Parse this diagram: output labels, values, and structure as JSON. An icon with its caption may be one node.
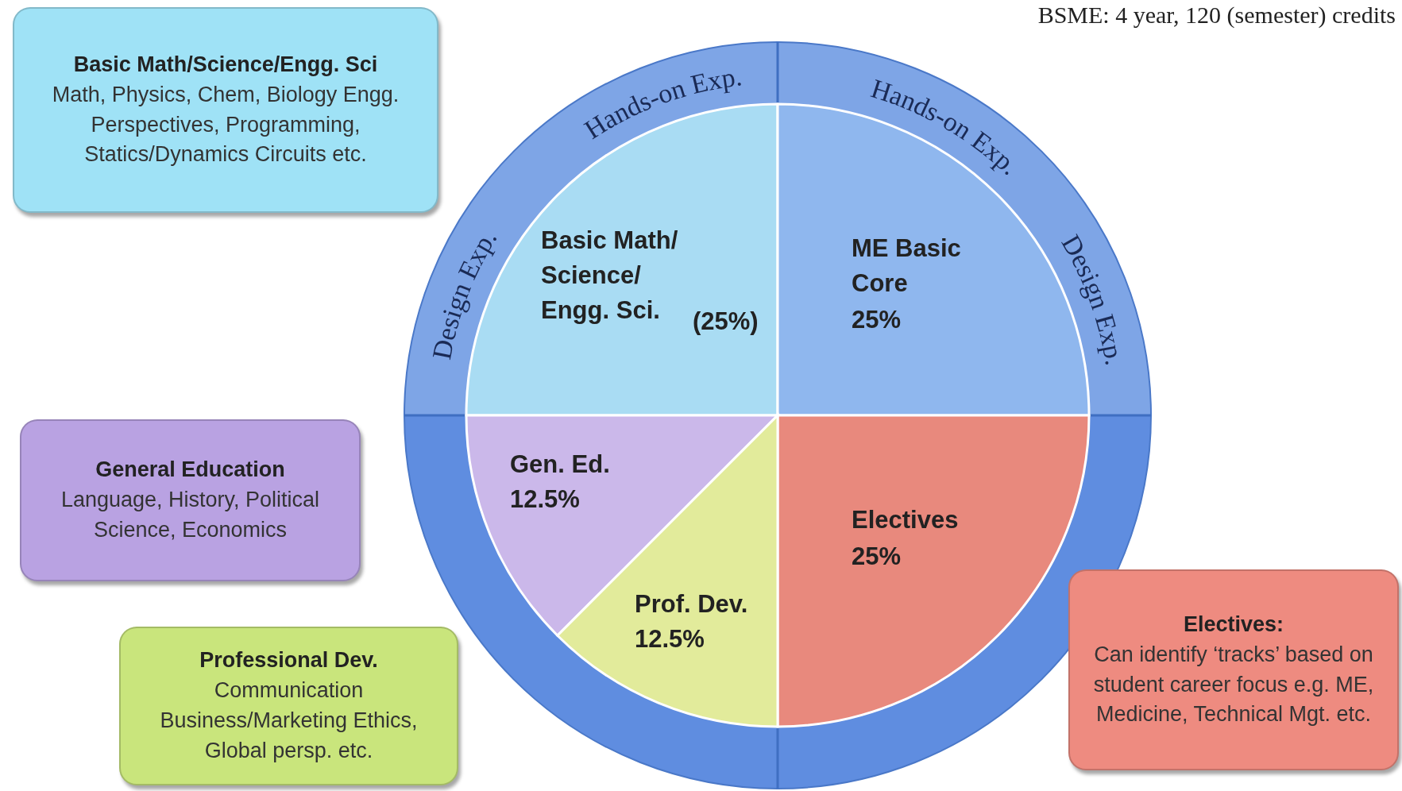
{
  "diagram": {
    "title": "BSME: 4 year, 120 (semester) credits",
    "nodes": [
      {
        "text": [
          "Basic Math/Science/Engg. Sci",
          "Math, Physics, Chem, Biology Engg. Perspectives, Programming, Statics/Dynamics Circuits etc."
        ]
      },
      {
        "text": [
          "Basic Math/ Science/ Engg. Sci.",
          "(25%)"
        ]
      },
      {
        "text": [
          "ME Basic Core",
          "25%"
        ]
      },
      {
        "text": [
          "General Education",
          "Language, History, Political Science, Economics"
        ]
      },
      {
        "text": [
          "Gen. Ed.",
          "12.5%"
        ]
      },
      {
        "text": [
          "Electives",
          "25%"
        ]
      },
      {
        "text": [
          "Prof. Dev.",
          "12.5%"
        ]
      },
      {
        "text": [
          "Professional Dev.",
          "Communication Business/Marketing Ethics, Global persp. etc."
        ]
      },
      {
        "text": [
          "Electives:",
          "Can identify ‘tracks’ based on student career focus e.g. ME, Medicine, Technical Mgt. etc."
        ]
      }
    ],
    "edges": [],
    "labels": [
      "Hands-on Exp.",
      "Hands-on Exp.",
      "Design Exp.",
      "Design Exp."
    ]
  }
}
